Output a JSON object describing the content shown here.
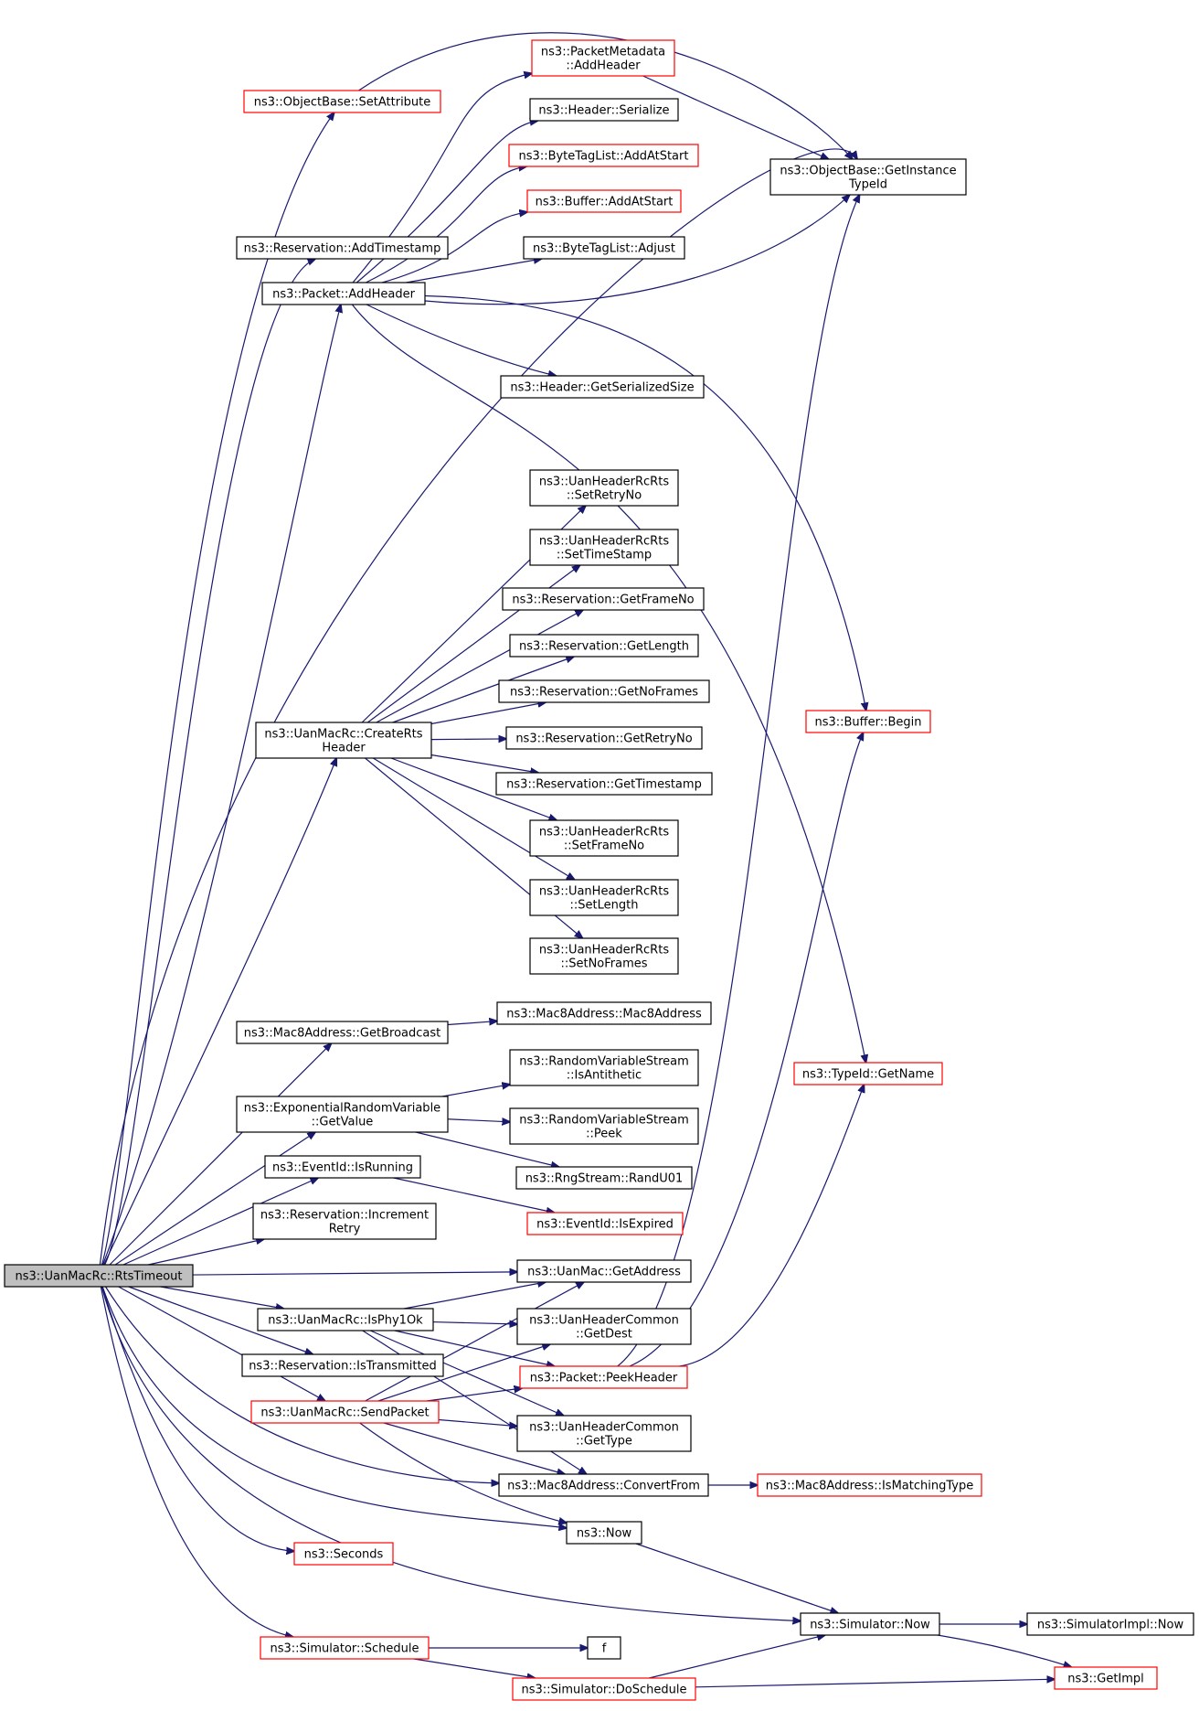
{
  "colors": {
    "edge": "#191970",
    "border_black": "#000000",
    "border_red": "#ff0000",
    "root_fill": "#bfbfbf",
    "node_fill": "#ffffff"
  },
  "nodes": [
    {
      "id": "root",
      "lines": [
        "ns3::UanMacRc::RtsTimeout"
      ],
      "style": "root"
    },
    {
      "id": "setattr",
      "lines": [
        "ns3::ObjectBase::SetAttribute"
      ],
      "style": "red"
    },
    {
      "id": "pm_addheader",
      "lines": [
        "ns3::PacketMetadata",
        "::AddHeader"
      ],
      "style": "red"
    },
    {
      "id": "hdr_serialize",
      "lines": [
        "ns3::Header::Serialize"
      ],
      "style": "black"
    },
    {
      "id": "btl_addatstart",
      "lines": [
        "ns3::ByteTagList::AddAtStart"
      ],
      "style": "red"
    },
    {
      "id": "buf_addatstart",
      "lines": [
        "ns3::Buffer::AddAtStart"
      ],
      "style": "red"
    },
    {
      "id": "btl_adjust",
      "lines": [
        "ns3::ByteTagList::Adjust"
      ],
      "style": "black"
    },
    {
      "id": "getinstancetypeid",
      "lines": [
        "ns3::ObjectBase::GetInstance",
        "TypeId"
      ],
      "style": "black"
    },
    {
      "id": "res_addtimestamp",
      "lines": [
        "ns3::Reservation::AddTimestamp"
      ],
      "style": "black"
    },
    {
      "id": "pkt_addheader",
      "lines": [
        "ns3::Packet::AddHeader"
      ],
      "style": "black"
    },
    {
      "id": "hdr_getsersize",
      "lines": [
        "ns3::Header::GetSerializedSize"
      ],
      "style": "black"
    },
    {
      "id": "rcrts_setretryno",
      "lines": [
        "ns3::UanHeaderRcRts",
        "::SetRetryNo"
      ],
      "style": "black"
    },
    {
      "id": "rcrts_settimestamp",
      "lines": [
        "ns3::UanHeaderRcRts",
        "::SetTimeStamp"
      ],
      "style": "black"
    },
    {
      "id": "res_getframeno",
      "lines": [
        "ns3::Reservation::GetFrameNo"
      ],
      "style": "black"
    },
    {
      "id": "res_getlength",
      "lines": [
        "ns3::Reservation::GetLength"
      ],
      "style": "black"
    },
    {
      "id": "res_getnoframes",
      "lines": [
        "ns3::Reservation::GetNoFrames"
      ],
      "style": "black"
    },
    {
      "id": "res_getretryno",
      "lines": [
        "ns3::Reservation::GetRetryNo"
      ],
      "style": "black"
    },
    {
      "id": "res_gettimestamp",
      "lines": [
        "ns3::Reservation::GetTimestamp"
      ],
      "style": "black"
    },
    {
      "id": "rcrts_setframeno",
      "lines": [
        "ns3::UanHeaderRcRts",
        "::SetFrameNo"
      ],
      "style": "black"
    },
    {
      "id": "rcrts_setlength",
      "lines": [
        "ns3::UanHeaderRcRts",
        "::SetLength"
      ],
      "style": "black"
    },
    {
      "id": "rcrts_setnoframes",
      "lines": [
        "ns3::UanHeaderRcRts",
        "::SetNoFrames"
      ],
      "style": "black"
    },
    {
      "id": "createrts",
      "lines": [
        "ns3::UanMacRc::CreateRts",
        "Header"
      ],
      "style": "black"
    },
    {
      "id": "buf_begin",
      "lines": [
        "ns3::Buffer::Begin"
      ],
      "style": "red"
    },
    {
      "id": "mac8_getbroadcast",
      "lines": [
        "ns3::Mac8Address::GetBroadcast"
      ],
      "style": "black"
    },
    {
      "id": "mac8_ctor",
      "lines": [
        "ns3::Mac8Address::Mac8Address"
      ],
      "style": "black"
    },
    {
      "id": "rvs_isantithetic",
      "lines": [
        "ns3::RandomVariableStream",
        "::IsAntithetic"
      ],
      "style": "black"
    },
    {
      "id": "typeid_getname",
      "lines": [
        "ns3::TypeId::GetName"
      ],
      "style": "red"
    },
    {
      "id": "exprv_getvalue",
      "lines": [
        "ns3::ExponentialRandomVariable",
        "::GetValue"
      ],
      "style": "black"
    },
    {
      "id": "rvs_peek",
      "lines": [
        "ns3::RandomVariableStream",
        "::Peek"
      ],
      "style": "black"
    },
    {
      "id": "rng_randu01",
      "lines": [
        "ns3::RngStream::RandU01"
      ],
      "style": "black"
    },
    {
      "id": "eventid_isrunning",
      "lines": [
        "ns3::EventId::IsRunning"
      ],
      "style": "black"
    },
    {
      "id": "eventid_isexpired",
      "lines": [
        "ns3::EventId::IsExpired"
      ],
      "style": "red"
    },
    {
      "id": "res_incretry",
      "lines": [
        "ns3::Reservation::Increment",
        "Retry"
      ],
      "style": "black"
    },
    {
      "id": "uanmac_getaddress",
      "lines": [
        "ns3::UanMac::GetAddress"
      ],
      "style": "black"
    },
    {
      "id": "isphy1ok",
      "lines": [
        "ns3::UanMacRc::IsPhy1Ok"
      ],
      "style": "black"
    },
    {
      "id": "uhc_getdest",
      "lines": [
        "ns3::UanHeaderCommon",
        "::GetDest"
      ],
      "style": "black"
    },
    {
      "id": "res_istransmitted",
      "lines": [
        "ns3::Reservation::IsTransmitted"
      ],
      "style": "black"
    },
    {
      "id": "pkt_peekheader",
      "lines": [
        "ns3::Packet::PeekHeader"
      ],
      "style": "red"
    },
    {
      "id": "sendpacket",
      "lines": [
        "ns3::UanMacRc::SendPacket"
      ],
      "style": "red"
    },
    {
      "id": "uhc_gettype",
      "lines": [
        "ns3::UanHeaderCommon",
        "::GetType"
      ],
      "style": "black"
    },
    {
      "id": "mac8_convertfrom",
      "lines": [
        "ns3::Mac8Address::ConvertFrom"
      ],
      "style": "black"
    },
    {
      "id": "mac8_ismatchingtype",
      "lines": [
        "ns3::Mac8Address::IsMatchingType"
      ],
      "style": "red"
    },
    {
      "id": "ns3_now",
      "lines": [
        "ns3::Now"
      ],
      "style": "black"
    },
    {
      "id": "seconds",
      "lines": [
        "ns3::Seconds"
      ],
      "style": "red"
    },
    {
      "id": "sim_now",
      "lines": [
        "ns3::Simulator::Now"
      ],
      "style": "black"
    },
    {
      "id": "simimpl_now",
      "lines": [
        "ns3::SimulatorImpl::Now"
      ],
      "style": "black"
    },
    {
      "id": "sim_schedule",
      "lines": [
        "ns3::Simulator::Schedule"
      ],
      "style": "red"
    },
    {
      "id": "f",
      "lines": [
        "f"
      ],
      "style": "black"
    },
    {
      "id": "getimpl",
      "lines": [
        "ns3::GetImpl"
      ],
      "style": "red"
    },
    {
      "id": "sim_doschedule",
      "lines": [
        "ns3::Simulator::DoSchedule"
      ],
      "style": "red"
    }
  ],
  "edges": [
    [
      "root",
      "setattr"
    ],
    [
      "root",
      "res_addtimestamp"
    ],
    [
      "root",
      "pkt_addheader"
    ],
    [
      "root",
      "createrts"
    ],
    [
      "root",
      "mac8_getbroadcast"
    ],
    [
      "root",
      "exprv_getvalue"
    ],
    [
      "root",
      "eventid_isrunning"
    ],
    [
      "root",
      "res_incretry"
    ],
    [
      "root",
      "uanmac_getaddress"
    ],
    [
      "root",
      "isphy1ok"
    ],
    [
      "root",
      "res_istransmitted"
    ],
    [
      "root",
      "sendpacket"
    ],
    [
      "root",
      "mac8_convertfrom"
    ],
    [
      "root",
      "ns3_now"
    ],
    [
      "root",
      "seconds"
    ],
    [
      "root",
      "sim_now"
    ],
    [
      "root",
      "sim_schedule"
    ],
    [
      "root",
      "getinstancetypeid"
    ],
    [
      "setattr",
      "getinstancetypeid"
    ],
    [
      "pm_addheader",
      "getinstancetypeid"
    ],
    [
      "pkt_addheader",
      "pm_addheader"
    ],
    [
      "pkt_addheader",
      "hdr_serialize"
    ],
    [
      "pkt_addheader",
      "btl_addatstart"
    ],
    [
      "pkt_addheader",
      "buf_addatstart"
    ],
    [
      "pkt_addheader",
      "btl_adjust"
    ],
    [
      "pkt_addheader",
      "getinstancetypeid"
    ],
    [
      "pkt_addheader",
      "hdr_getsersize"
    ],
    [
      "pkt_addheader",
      "buf_begin"
    ],
    [
      "pkt_addheader",
      "typeid_getname"
    ],
    [
      "createrts",
      "rcrts_setretryno"
    ],
    [
      "createrts",
      "rcrts_settimestamp"
    ],
    [
      "createrts",
      "res_getframeno"
    ],
    [
      "createrts",
      "res_getlength"
    ],
    [
      "createrts",
      "res_getnoframes"
    ],
    [
      "createrts",
      "res_getretryno"
    ],
    [
      "createrts",
      "res_gettimestamp"
    ],
    [
      "createrts",
      "rcrts_setframeno"
    ],
    [
      "createrts",
      "rcrts_setlength"
    ],
    [
      "createrts",
      "rcrts_setnoframes"
    ],
    [
      "mac8_getbroadcast",
      "mac8_ctor"
    ],
    [
      "exprv_getvalue",
      "rvs_isantithetic"
    ],
    [
      "exprv_getvalue",
      "rvs_peek"
    ],
    [
      "exprv_getvalue",
      "rng_randu01"
    ],
    [
      "eventid_isrunning",
      "eventid_isexpired"
    ],
    [
      "isphy1ok",
      "uanmac_getaddress"
    ],
    [
      "isphy1ok",
      "uhc_getdest"
    ],
    [
      "isphy1ok",
      "pkt_peekheader"
    ],
    [
      "isphy1ok",
      "uhc_gettype"
    ],
    [
      "isphy1ok",
      "mac8_convertfrom"
    ],
    [
      "sendpacket",
      "uanmac_getaddress"
    ],
    [
      "sendpacket",
      "uhc_getdest"
    ],
    [
      "sendpacket",
      "pkt_peekheader"
    ],
    [
      "sendpacket",
      "uhc_gettype"
    ],
    [
      "sendpacket",
      "mac8_convertfrom"
    ],
    [
      "sendpacket",
      "ns3_now"
    ],
    [
      "pkt_peekheader",
      "getinstancetypeid"
    ],
    [
      "pkt_peekheader",
      "buf_begin"
    ],
    [
      "pkt_peekheader",
      "typeid_getname"
    ],
    [
      "mac8_convertfrom",
      "mac8_ismatchingtype"
    ],
    [
      "ns3_now",
      "sim_now"
    ],
    [
      "sim_now",
      "simimpl_now"
    ],
    [
      "sim_now",
      "getimpl"
    ],
    [
      "sim_schedule",
      "f"
    ],
    [
      "sim_schedule",
      "sim_doschedule"
    ],
    [
      "sim_doschedule",
      "sim_now"
    ],
    [
      "sim_doschedule",
      "getimpl"
    ]
  ]
}
